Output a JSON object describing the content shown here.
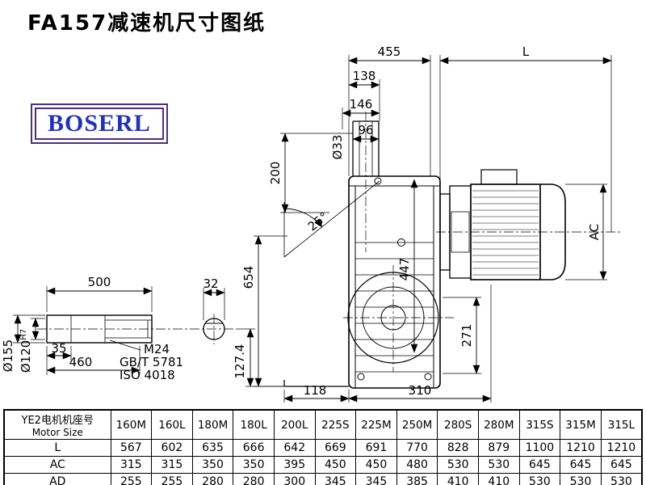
{
  "page": {
    "title": "FA157减速机尺寸图纸",
    "logo": "BOSERL"
  },
  "drawing": {
    "dims": {
      "d455": "455",
      "dL": "L",
      "d138": "138",
      "d146": "146",
      "d96": "96",
      "d33": "Ø33",
      "d200": "200",
      "d25": "25°",
      "d654": "654",
      "dAC": "AC",
      "d447": "447",
      "d271": "271",
      "d500": "500",
      "d32": "32",
      "d35": "35",
      "d460": "460",
      "d155": "Ø155",
      "d120_base": "Ø120",
      "d120_sup": "H7",
      "m24": "M24",
      "gbt": "GB/T 5781",
      "iso": "ISO 4018",
      "d127_4": "127.4",
      "d118": "118",
      "d310": "310"
    }
  },
  "table": {
    "header": {
      "col0_line1": "YE2电机机座号",
      "col0_line2": "Motor Size",
      "sizes": [
        "160M",
        "160L",
        "180M",
        "180L",
        "200L",
        "225S",
        "225M",
        "250M",
        "280S",
        "280M",
        "315S",
        "315M",
        "315L"
      ]
    },
    "rows": [
      {
        "label": "L",
        "values": [
          "567",
          "602",
          "635",
          "666",
          "642",
          "669",
          "691",
          "770",
          "828",
          "879",
          "1100",
          "1210",
          "1210"
        ]
      },
      {
        "label": "AC",
        "values": [
          "315",
          "315",
          "350",
          "350",
          "395",
          "450",
          "450",
          "480",
          "530",
          "530",
          "645",
          "645",
          "645"
        ]
      },
      {
        "label": "AD",
        "values": [
          "255",
          "255",
          "280",
          "280",
          "300",
          "345",
          "345",
          "385",
          "410",
          "410",
          "530",
          "530",
          "530"
        ]
      }
    ]
  }
}
